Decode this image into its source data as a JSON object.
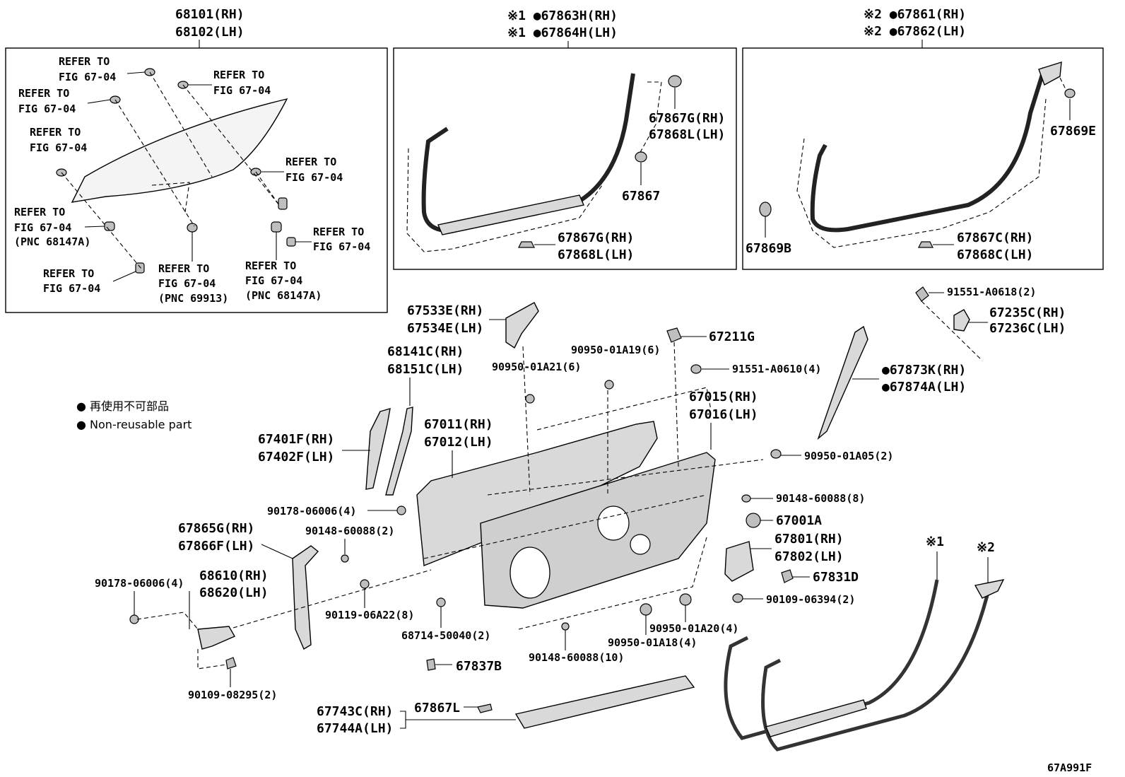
{
  "glass_group": {
    "title_rh": "68101(RH)",
    "title_lh": "68102(LH)",
    "refs": [
      [
        "REFER TO",
        "FIG 67-04"
      ],
      [
        "REFER TO",
        "FIG 67-04"
      ],
      [
        "REFER TO",
        "FIG 67-04"
      ],
      [
        "REFER TO",
        "FIG 67-04"
      ],
      [
        "REFER TO",
        "FIG 67-04"
      ],
      [
        "REFER TO",
        "FIG 67-04",
        "(PNC 68147A)"
      ],
      [
        "REFER TO",
        "FIG 67-04"
      ],
      [
        "REFER TO",
        "FIG 67-04"
      ],
      [
        "REFER TO",
        "FIG 67-04",
        "(PNC 69913)"
      ],
      [
        "REFER TO",
        "FIG 67-04",
        "(PNC 68147A)"
      ]
    ]
  },
  "weatherstrip_1": {
    "title_rh": "※1 ●67863H(RH)",
    "title_lh": "※1 ●67864H(LH)",
    "labels": [
      "67867G(RH)",
      "67868L(LH)",
      "67867",
      "67867G(RH)",
      "67868L(LH)"
    ]
  },
  "weatherstrip_2": {
    "title_rh": "※2 ●67861(RH)",
    "title_lh": "※2 ●67862(LH)",
    "labels": [
      "67869E",
      "67869B",
      "67867C(RH)",
      "67868C(LH)"
    ]
  },
  "legend": {
    "jp": "● 再使用不可部品",
    "en": "● Non-reusable part"
  },
  "parts": {
    "p67533E": "67533E(RH)",
    "p67534E": "67534E(LH)",
    "p67211G": "67211G",
    "p91551_A0618": "91551-A0618(2)",
    "p67235C": "67235C(RH)",
    "p67236C": "67236C(LH)",
    "p68141C": "68141C(RH)",
    "p68151C": "68151C(LH)",
    "p90950_01A21": "90950-01A21(6)",
    "p90950_01A19": "90950-01A19(6)",
    "p91551_A0610": "91551-A0610(4)",
    "p67873K": "●67873K(RH)",
    "p67874A": "●67874A(LH)",
    "p67015": "67015(RH)",
    "p67016": "67016(LH)",
    "p67011": "67011(RH)",
    "p67012": "67012(LH)",
    "p67401F": "67401F(RH)",
    "p67402F": "67402F(LH)",
    "p90950_01A05": "90950-01A05(2)",
    "p90148_60088_8": "90148-60088(8)",
    "p67001A": "67001A",
    "p90178_06006_4a": "90178-06006(4)",
    "p90148_60088_2": "90148-60088(2)",
    "p67801": "67801(RH)",
    "p67802": "67802(LH)",
    "p67865G": "67865G(RH)",
    "p67866F": "67866F(LH)",
    "p67831D": "67831D",
    "p68610": "68610(RH)",
    "p68620": "68620(LH)",
    "p90178_06006_4b": "90178-06006(4)",
    "p90109_06394": "90109-06394(2)",
    "p90119_06A22": "90119-06A22(8)",
    "p90950_01A20": "90950-01A20(4)",
    "p68714_50040": "68714-50040(2)",
    "p90950_01A18": "90950-01A18(4)",
    "p90148_60088_10": "90148-60088(10)",
    "p67837B": "67837B",
    "p90109_08295": "90109-08295(2)",
    "p67867L": "67867L",
    "p67743C": "67743C(RH)",
    "p67744A": "67744A(LH)",
    "mark1": "※1",
    "mark2": "※2"
  },
  "figure_code": "67A991F"
}
